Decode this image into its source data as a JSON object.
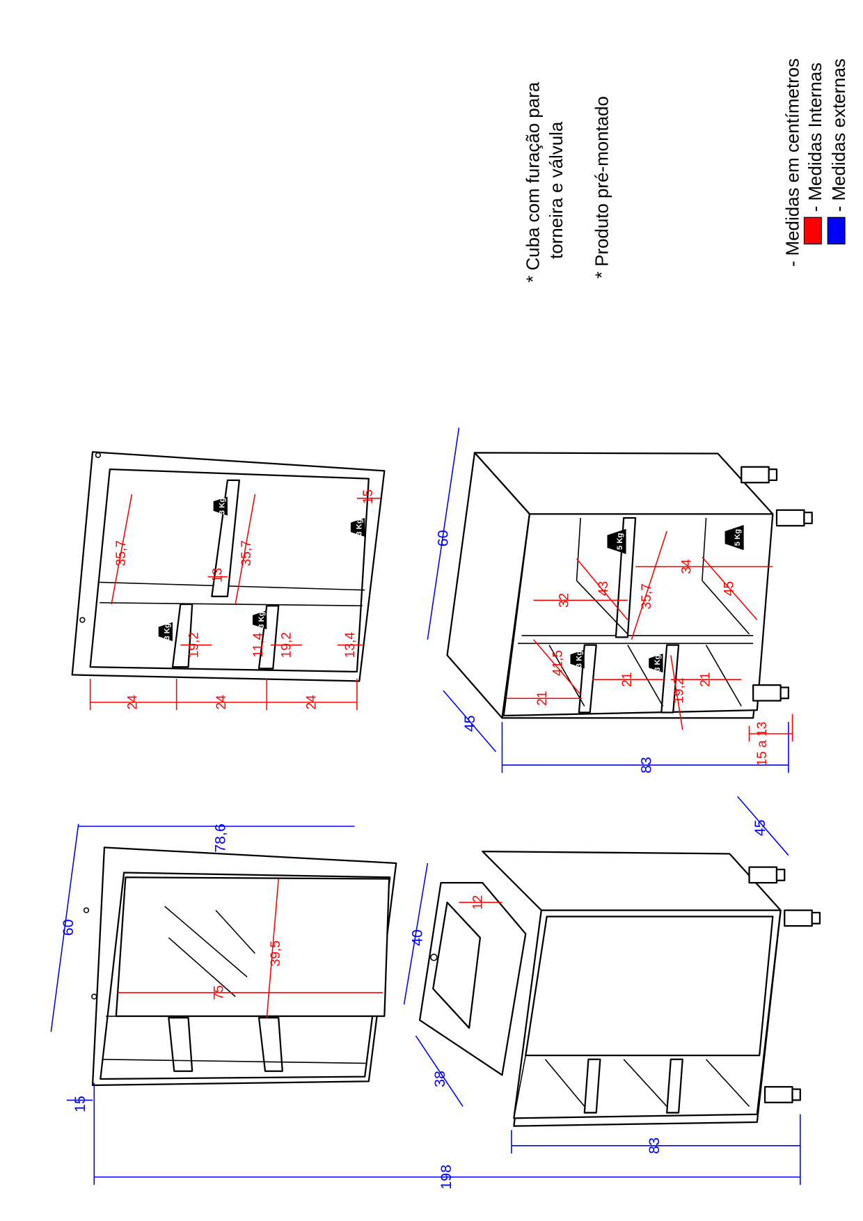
{
  "notes": {
    "cuba_line1": "* Cuba com furação para",
    "cuba_line2": "torneira e válvula",
    "premontado": "* Produto pré-montado"
  },
  "legend": {
    "units": "- Medidas em centímetros",
    "internal": "- Medidas Internas",
    "external": "- Medidas externas",
    "internal_color": "#ff0000",
    "external_color": "#0000ff"
  },
  "mirror_cabinet": {
    "external": {
      "width": "60",
      "height": "78,6",
      "depth": "15",
      "total_height": "198"
    },
    "internal": {
      "mirror_height": "75",
      "mirror_width": "39,5"
    }
  },
  "shelf_unit": {
    "internal": [
      "35,7",
      "35,7",
      "13",
      "15",
      "19,2",
      "11,4",
      "19,2",
      "13,4"
    ],
    "spacing": [
      "24",
      "24",
      "24"
    ],
    "weights": [
      "3 Kg",
      "3 Kg",
      "3 Kg",
      "3 Kg"
    ]
  },
  "base_cabinet_open": {
    "external": {
      "width": "60",
      "depth": "45",
      "height": "83"
    },
    "internal": [
      "32",
      "43",
      "35,7",
      "34",
      "45",
      "41,5",
      "21",
      "21",
      "19,2",
      "21",
      "15 a 13"
    ],
    "weights": [
      "5 Kg",
      "5 Kg",
      "3 Kg",
      "3 Kg"
    ]
  },
  "base_cabinet_closed": {
    "external": {
      "sink_width": "40",
      "sink_depth": "38",
      "depth": "45",
      "height": "83"
    },
    "internal": {
      "sink_height": "12"
    }
  }
}
